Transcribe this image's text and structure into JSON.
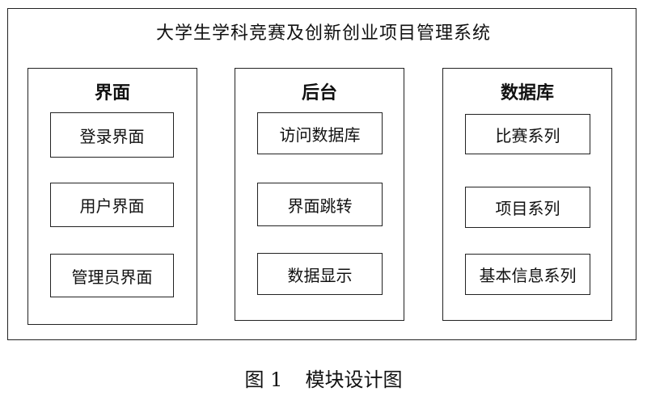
{
  "system": {
    "title": "大学生学科竞赛及创新创业项目管理系统"
  },
  "modules": [
    {
      "title": "界面",
      "items": [
        "登录界面",
        "用户界面",
        "管理员界面"
      ]
    },
    {
      "title": "后台",
      "items": [
        "访问数据库",
        "界面跳转",
        "数据显示"
      ]
    },
    {
      "title": "数据库",
      "items": [
        "比赛系列",
        "项目系列",
        "基本信息系列"
      ]
    }
  ],
  "caption": {
    "label": "图 1",
    "text": "模块设计图"
  }
}
